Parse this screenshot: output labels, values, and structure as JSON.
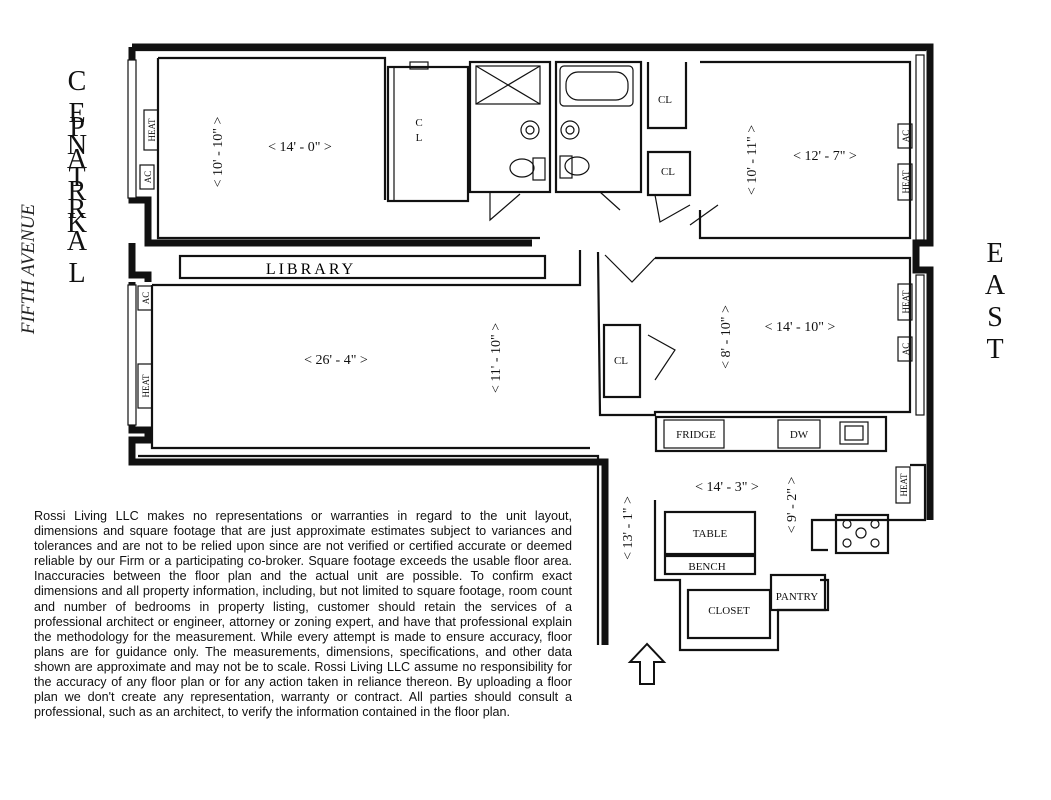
{
  "compass": {
    "west_label_line1": "CENTRAL",
    "west_label_line2": "PARK",
    "east_label": "EAST",
    "street_label": "FIFTH AVENUE"
  },
  "rooms": {
    "bedroom1": {
      "width": "< 14' - 0\" >",
      "depth": "< 10' - 10\" >"
    },
    "bedroom2": {
      "width": "< 12' - 7\" >",
      "depth": "< 10' - 11\" >"
    },
    "bedroom3": {
      "width": "< 14' - 10\" >",
      "depth": "< 8' - 10\" >"
    },
    "living": {
      "width": "< 26' - 4\" >",
      "depth": "< 11' - 10\" >"
    },
    "dining": {
      "width": "< 14' - 3\" >",
      "depth": "< 9' - 2\" >"
    },
    "foyer": {
      "depth": "< 13' - 1\" >"
    }
  },
  "labels": {
    "library": "LIBRARY",
    "closet_short": "CL",
    "closet_cl_c": "C",
    "closet_cl_l": "L",
    "heat": "HEAT",
    "ac": "AC",
    "fridge": "FRIDGE",
    "dw": "DW",
    "table": "TABLE",
    "bench": "BENCH",
    "closet": "CLOSET",
    "pantry": "PANTRY"
  },
  "disclaimer": "Rossi Living LLC makes no representations or warranties in regard to the unit layout, dimensions and square footage that are just approximate estimates subject to variances and tolerances and are not to be relied upon since are not verified or certified accurate or deemed reliable by our Firm or a participating co-broker. Square footage exceeds the usable floor area. Inaccuracies between the floor plan and the actual unit are possible. To confirm exact dimensions and all property information, including, but not limited to square footage, room count and number of bedrooms in property listing, customer should retain the services of a professional architect or engineer, attorney or zoning expert, and have that professional explain the methodology for the measurement. While every attempt is made to ensure accuracy, floor plans are for guidance only. The measurements, dimensions, specifications, and other data shown are approximate and may not be to scale. Rossi Living LLC assume no responsibility for the accuracy of any floor plan or for any action taken in reliance thereon. By uploading a floor plan we don't create any representation, warranty or contract. All parties should consult a professional, such as an architect, to verify the information contained in the floor plan."
}
